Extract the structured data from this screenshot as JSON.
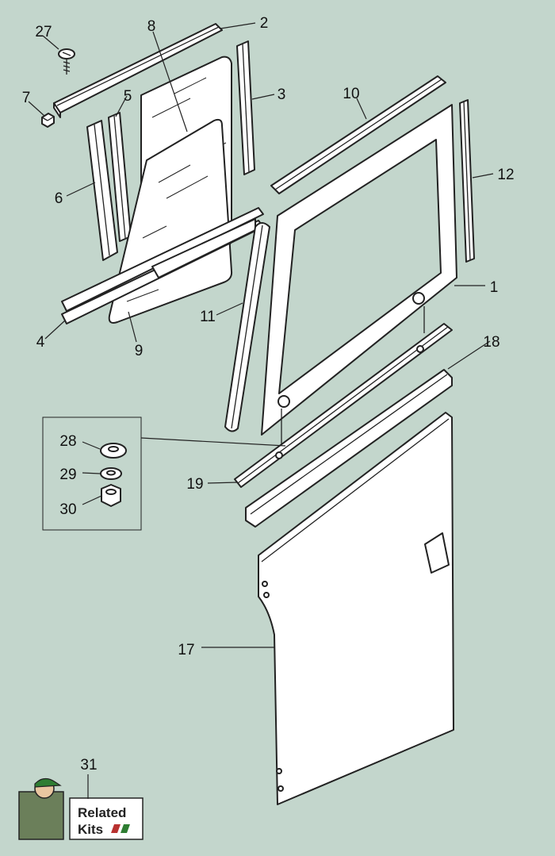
{
  "colors": {
    "background": "#c3d6cc",
    "part_fill": "#ffffff",
    "line": "#222222",
    "badge_red": "#b8312f",
    "badge_green": "#2e7d32"
  },
  "callouts": {
    "c1": "1",
    "c2": "2",
    "c3": "3",
    "c4": "4",
    "c5": "5",
    "c6": "6",
    "c7": "7",
    "c8": "8",
    "c9": "9",
    "c10": "10",
    "c11": "11",
    "c12": "12",
    "c17": "17",
    "c18": "18",
    "c19": "19",
    "c27": "27",
    "c28": "28",
    "c29": "29",
    "c30": "30",
    "c31": "31"
  },
  "related_kits": {
    "line1": "Related",
    "line2": "Kits",
    "icon": "mechanic-figure-icon"
  }
}
